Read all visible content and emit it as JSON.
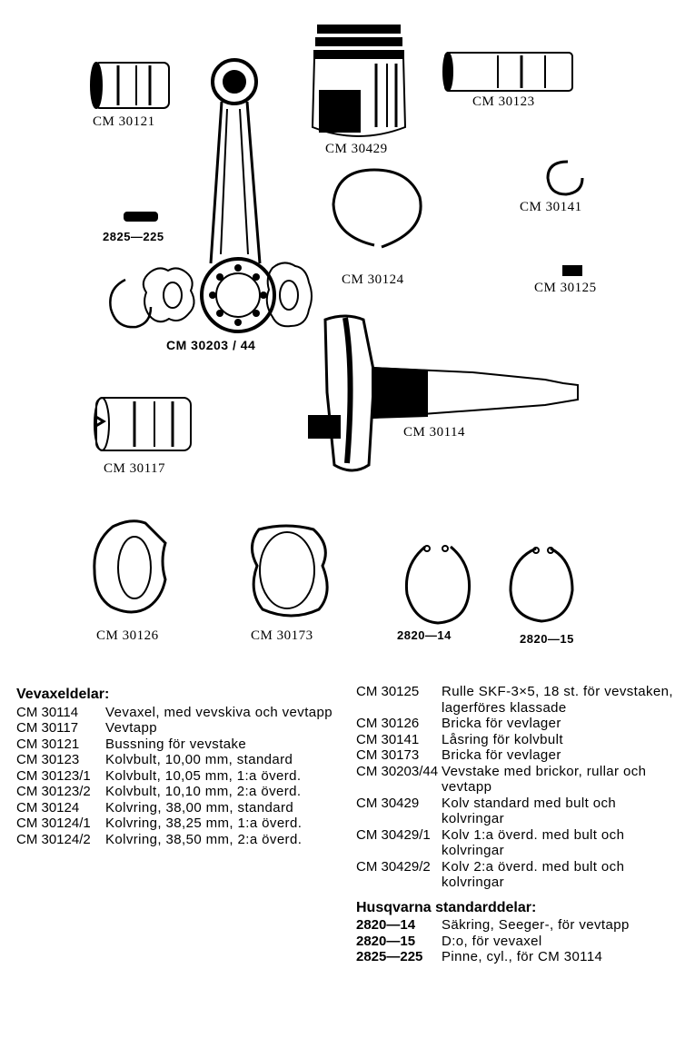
{
  "figure": {
    "labels": {
      "p30121": "CM 30121",
      "p30429": "CM 30429",
      "p30123": "CM 30123",
      "p30141": "CM 30141",
      "p2825_225": "2825—225",
      "p30124": "CM 30124",
      "p30125": "CM 30125",
      "p30203_44": "CM 30203 / 44",
      "p30114": "CM 30114",
      "p30117": "CM 30117",
      "p30126": "CM 30126",
      "p30173": "CM 30173",
      "p2820_14": "2820—14",
      "p2820_15": "2820—15"
    }
  },
  "parts_list": {
    "heading": "Vevaxeldelar:",
    "left": [
      {
        "code": "CM 30114",
        "desc": "Vevaxel, med vevskiva och vevtapp"
      },
      {
        "code": "CM 30117",
        "desc": "Vevtapp"
      },
      {
        "code": "CM 30121",
        "desc": "Bussning för vevstake"
      },
      {
        "code": "CM 30123",
        "desc": "Kolvbult, 10,00 mm, standard"
      },
      {
        "code": "CM 30123/1",
        "desc": "Kolvbult, 10,05 mm, 1:a överd."
      },
      {
        "code": "CM 30123/2",
        "desc": "Kolvbult, 10,10 mm, 2:a överd."
      },
      {
        "code": "CM 30124",
        "desc": "Kolvring, 38,00 mm, standard"
      },
      {
        "code": "CM 30124/1",
        "desc": "Kolvring, 38,25 mm, 1:a överd."
      },
      {
        "code": "CM 30124/2",
        "desc": "Kolvring, 38,50 mm, 2:a överd."
      }
    ],
    "right": [
      {
        "code": "CM 30125",
        "desc": "Rulle SKF-3×5, 18 st. för vevstaken, lagerföres klassade"
      },
      {
        "code": "CM 30126",
        "desc": "Bricka för vevlager"
      },
      {
        "code": "CM 30141",
        "desc": "Låsring för kolvbult"
      },
      {
        "code": "CM 30173",
        "desc": "Bricka för vevlager"
      },
      {
        "code": "CM 30203/44",
        "desc": "Vevstake med brickor, rullar och vevtapp"
      },
      {
        "code": "CM 30429",
        "desc": "Kolv standard med bult och kolvringar"
      },
      {
        "code": "CM 30429/1",
        "desc": "Kolv 1:a överd. med bult och kolvringar"
      },
      {
        "code": "CM 30429/2",
        "desc": "Kolv 2:a överd. med bult och kolvringar"
      }
    ],
    "standard_heading": "Husqvarna standarddelar:",
    "standard": [
      {
        "code": "2820—14",
        "desc": "Säkring, Seeger-, för vevtapp"
      },
      {
        "code": "2820—15",
        "desc": "D:o, för vevaxel"
      },
      {
        "code": "2825—225",
        "desc": "Pinne, cyl., för CM 30114"
      }
    ]
  }
}
